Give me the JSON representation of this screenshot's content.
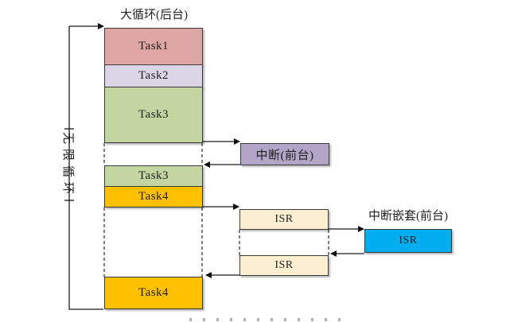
{
  "diagram": {
    "title": "大循环(后台)",
    "left_loop_label": "无限循环",
    "background_stack": {
      "segments": [
        {
          "label": "Task1",
          "color": "#DFA7A3"
        },
        {
          "label": "Task2",
          "color": "#DBD5E6"
        },
        {
          "label": "Task3",
          "color": "#C3D5A0"
        },
        {
          "label": "Task3",
          "color": "#C3D5A0"
        },
        {
          "label": "Task4",
          "color": "#FFC000"
        },
        {
          "label": "Task4",
          "color": "#FFC000"
        }
      ]
    },
    "interrupt_box": {
      "label": "中断(前台)",
      "color": "#B2A5C8"
    },
    "isr_boxes": [
      {
        "label": "ISR",
        "color": "#FCEFD2"
      },
      {
        "label": "ISR",
        "color": "#FCEFD2"
      }
    ],
    "nested_interrupt": {
      "heading": "中断嵌套(前台)",
      "box_label": "ISR",
      "color": "#00AEEF"
    },
    "line_color": "#1a1a1a"
  }
}
